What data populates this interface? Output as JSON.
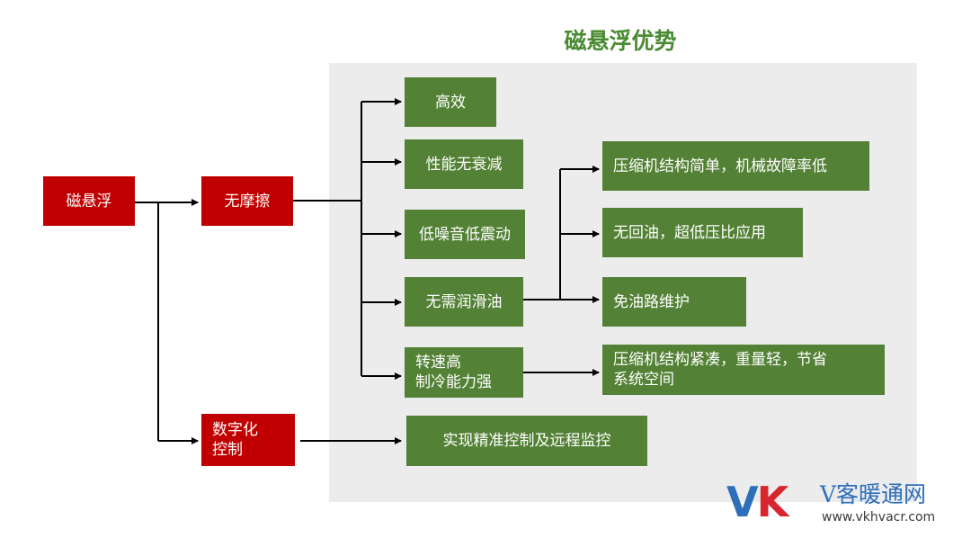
{
  "title": "磁悬浮优势",
  "nodes": {
    "root": "磁悬浮",
    "frictionless": "无摩擦",
    "digital": "数字化\n控制",
    "efficient": "高效",
    "no_decay": "性能无衰减",
    "low_noise": "低噪音低震动",
    "no_oil": "无需润滑油",
    "high_speed": "转速高\n制冷能力强",
    "simple": "压缩机结构简单，机械故障率低",
    "no_oil_return": "无回油，超低压比应用",
    "no_oil_maint": "免油路维护",
    "compact": "压缩机结构紧凑，重量轻，节省\n系统空间",
    "control": "实现精准控制及远程监控"
  },
  "colors": {
    "red": "#c00000",
    "green": "#538135",
    "title": "#4a8a32",
    "panel": "#ececec"
  },
  "logo": {
    "mark_v": "V",
    "mark_k": "K",
    "name": "V客暖通网",
    "url": "www.vkhvacr.com"
  }
}
